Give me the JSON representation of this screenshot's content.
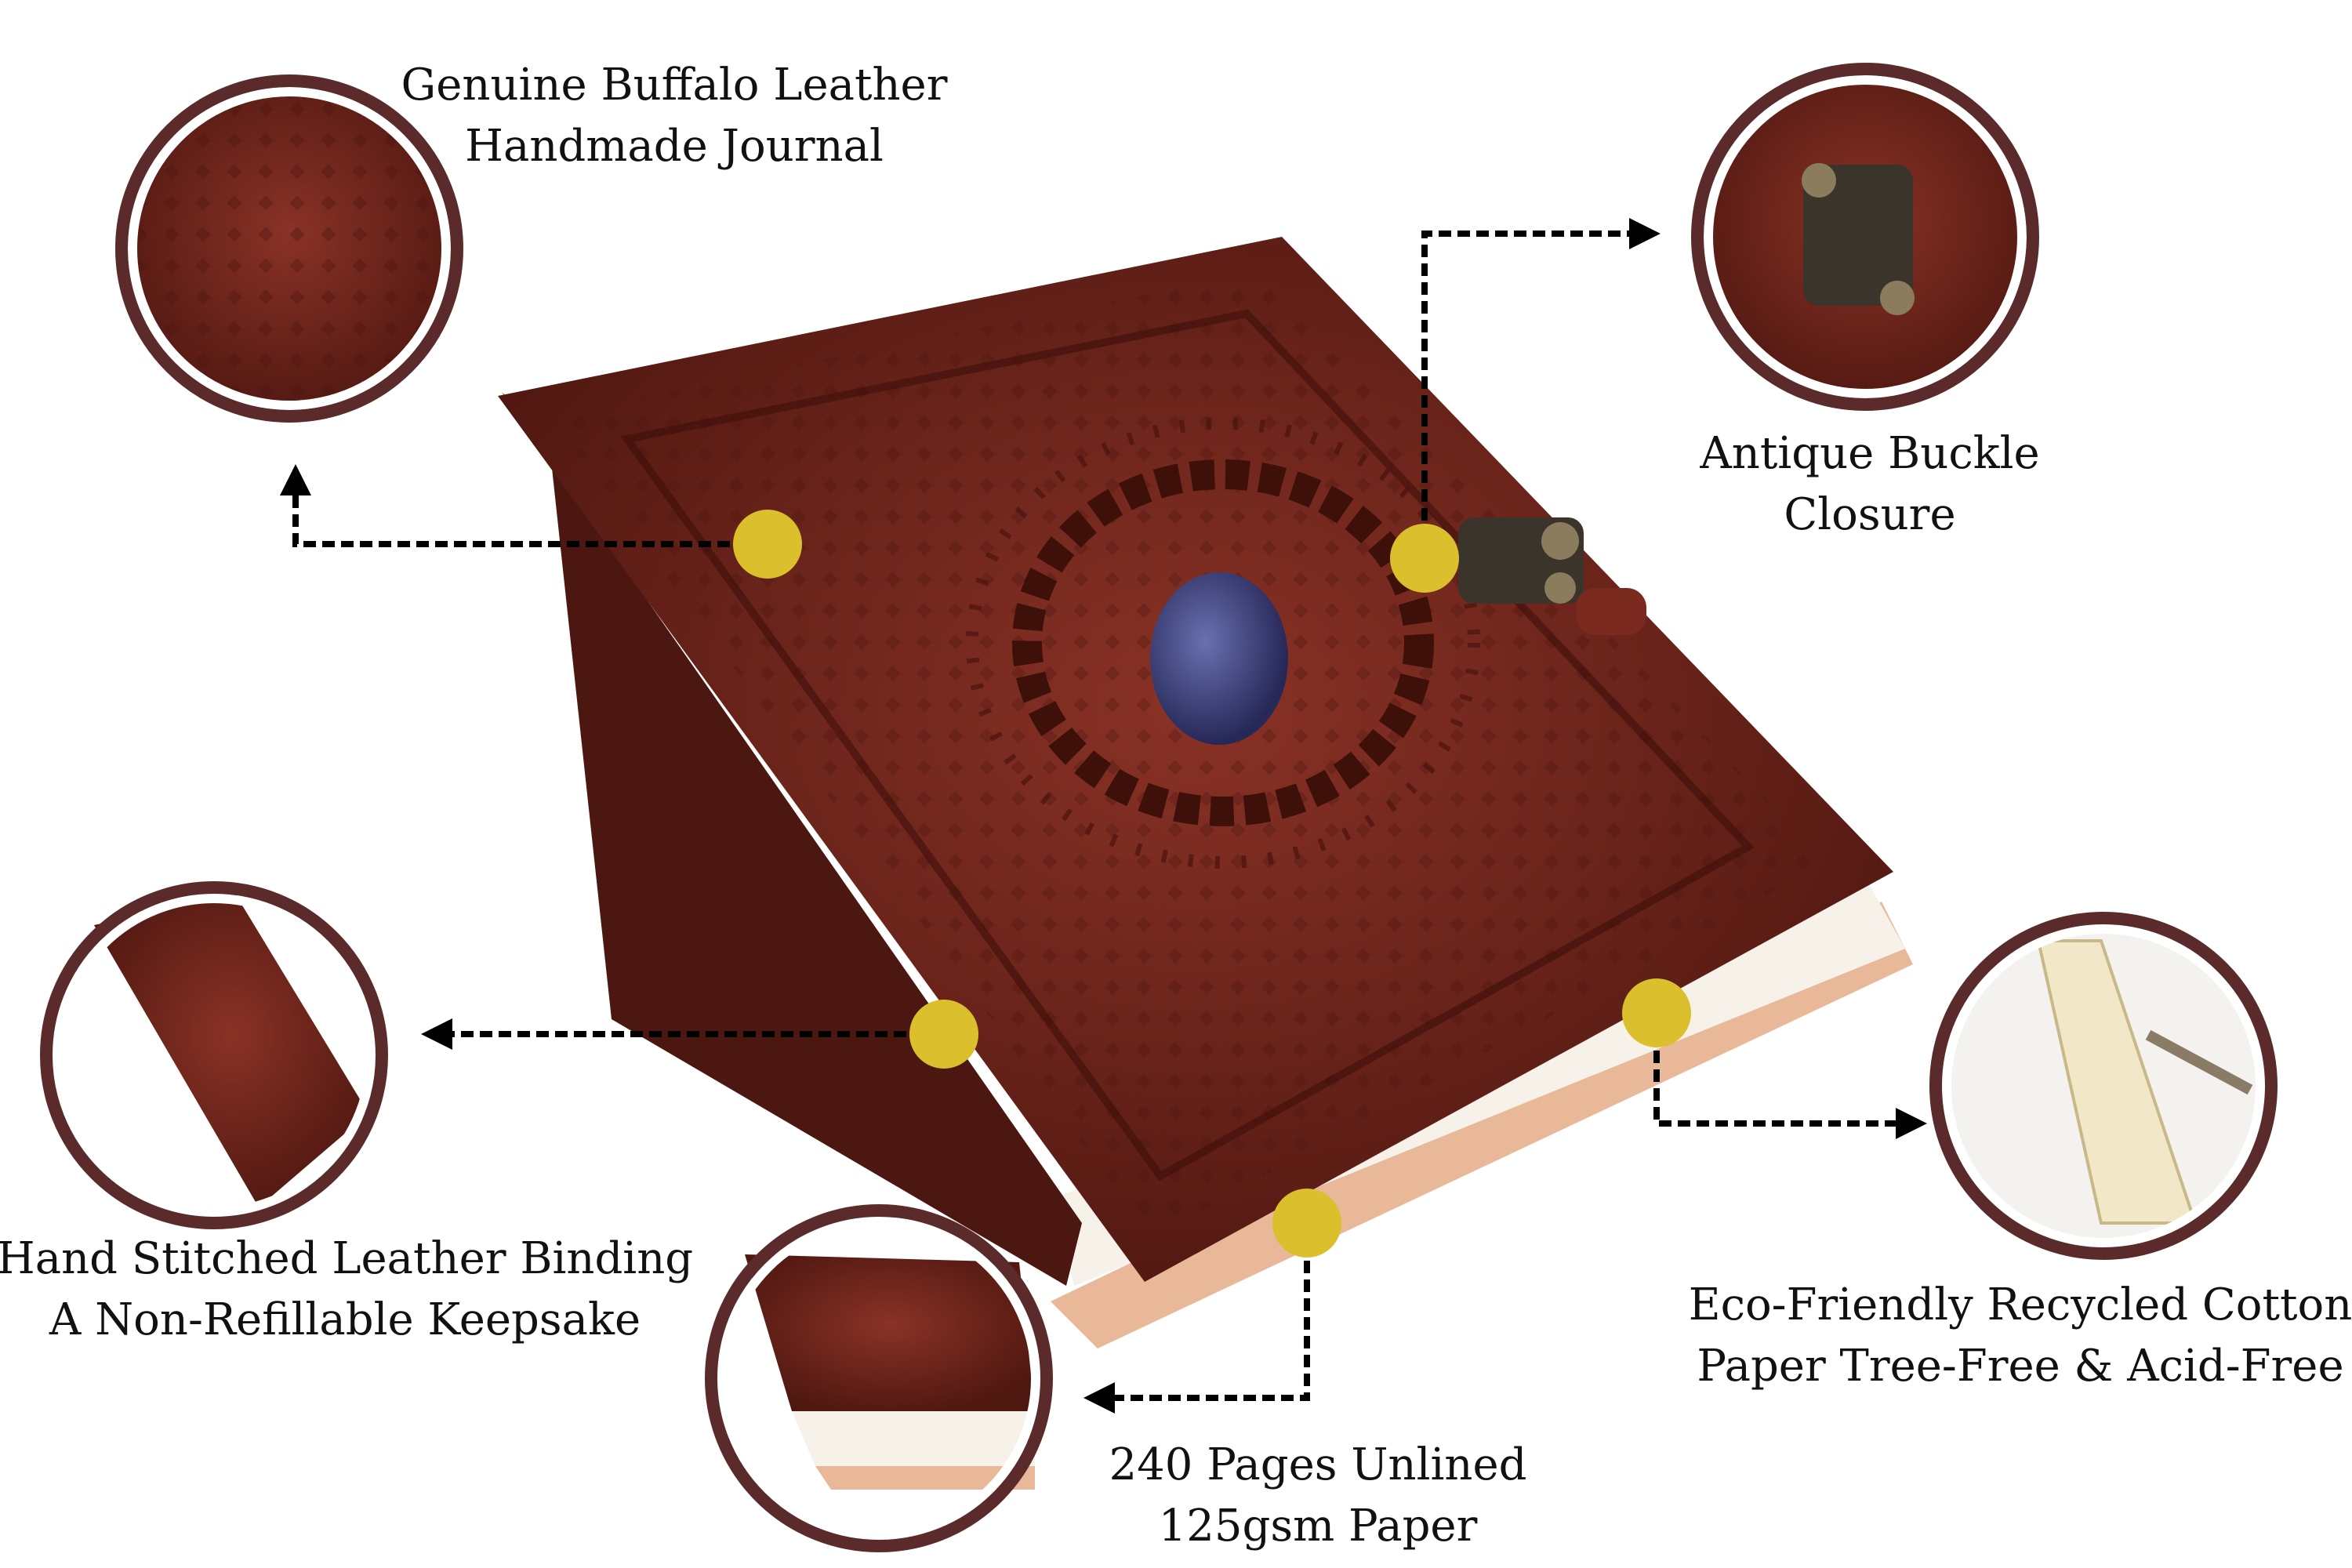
{
  "features": [
    {
      "line1": "Genuine Buffalo Leather",
      "line2": "Handmade Journal"
    },
    {
      "line1": "Antique Buckle",
      "line2": "Closure"
    },
    {
      "line1": "Hand Stitched Leather Binding",
      "line2": "A Non-Refillable Keepsake"
    },
    {
      "line1": "240 Pages Unlined",
      "line2": "125gsm Paper"
    },
    {
      "line1": "Eco-Friendly Recycled Cotton",
      "line2": "Paper Tree-Free & Acid-Free"
    }
  ],
  "colors": {
    "marker": "#dcbf2c",
    "ring": "#5b2b2b",
    "leather": "#6e2218",
    "stone": "#3b3f7a"
  }
}
